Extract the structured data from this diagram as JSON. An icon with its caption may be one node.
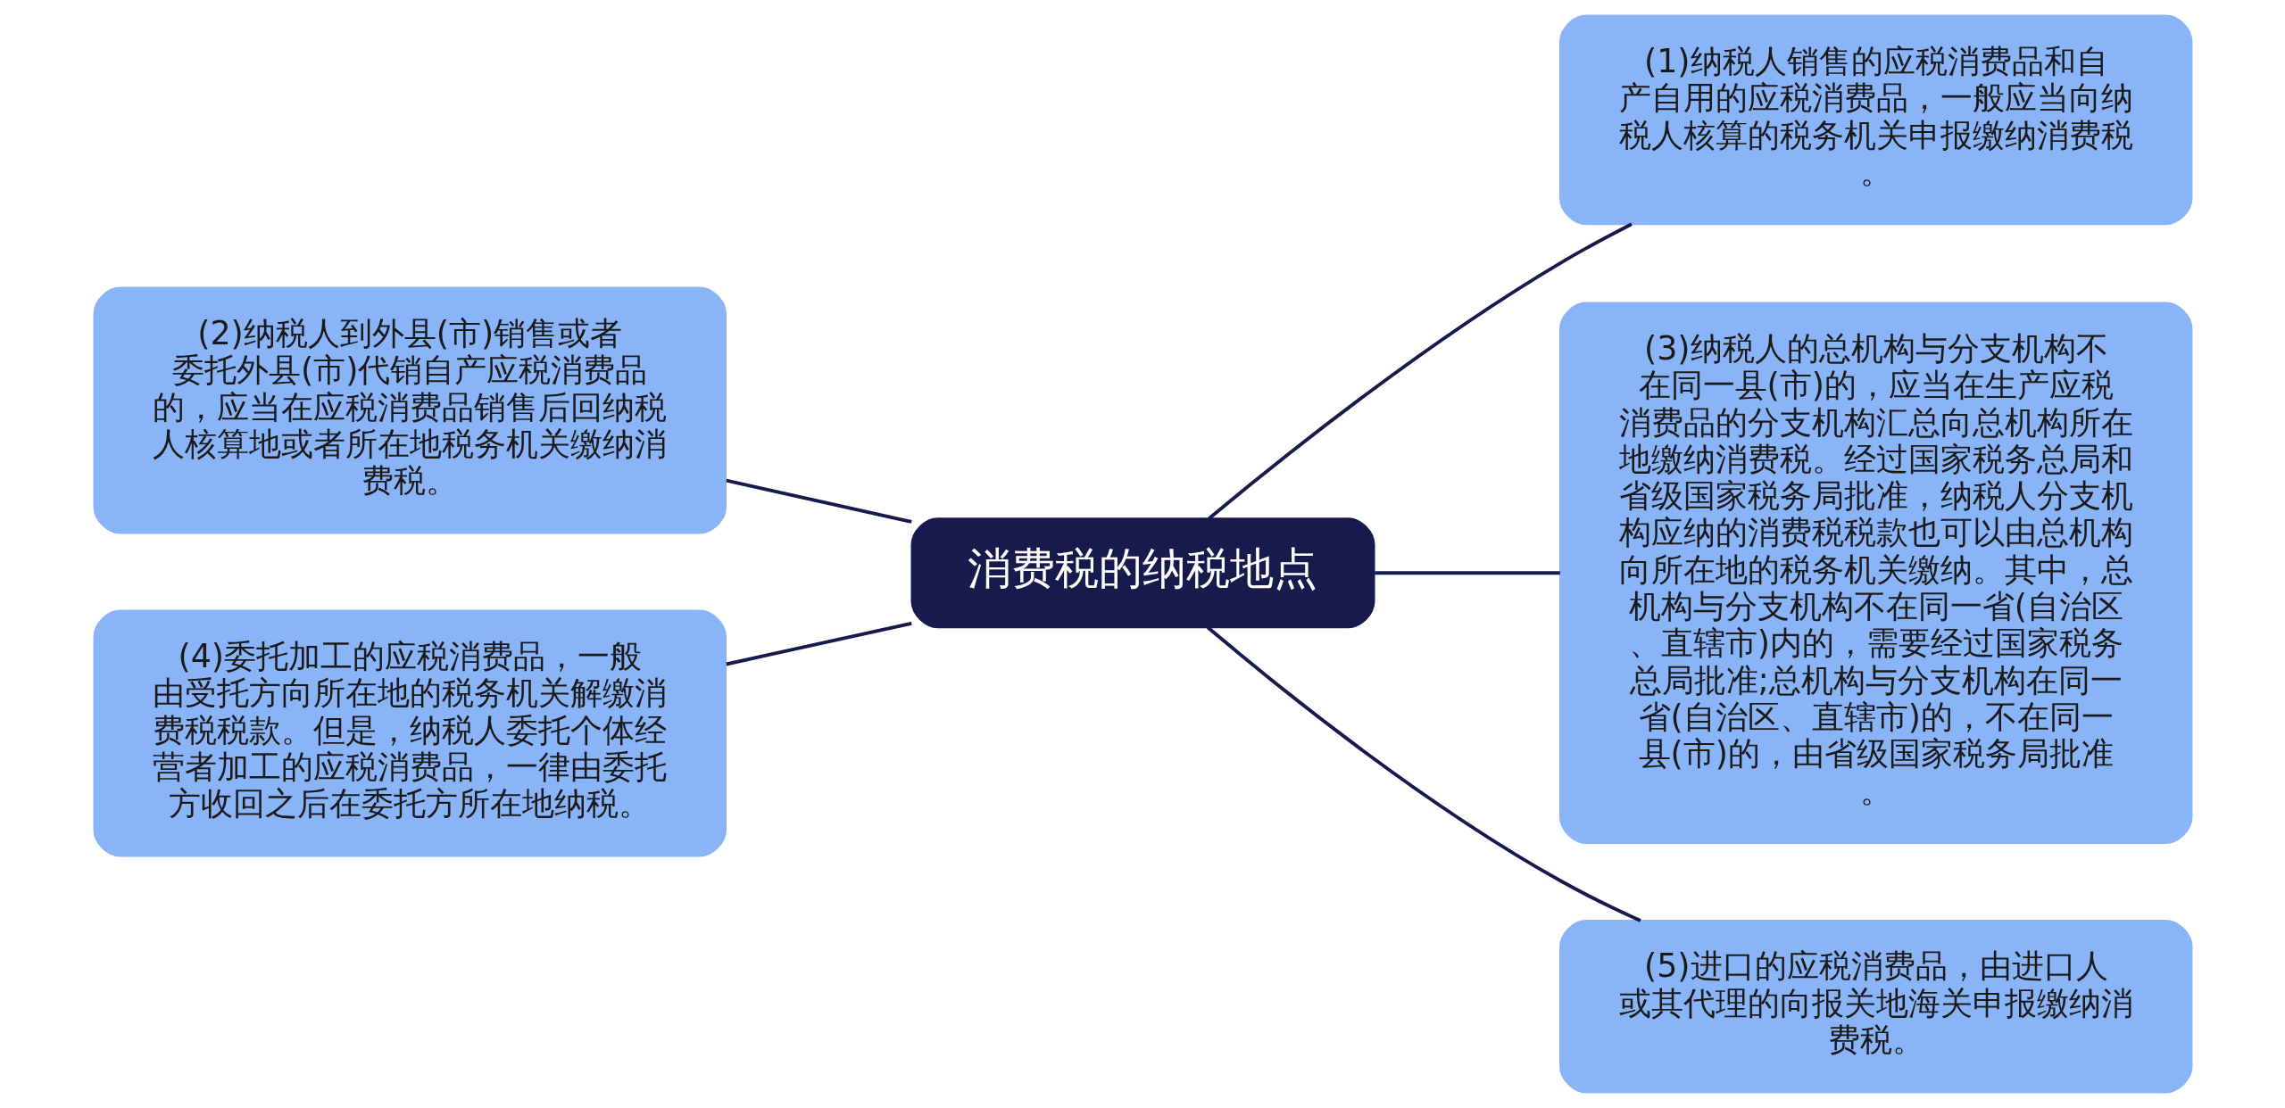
{
  "diagram": {
    "nodes": [
      {
        "text": [
          "消费税的纳税地点"
        ]
      },
      {
        "text": [
          "(1)纳税人销售的应税消费品和自产自用的应税消费品，一般应当向纳税人核算的税务机关申报缴纳消费税。"
        ]
      },
      {
        "text": [
          "(2)纳税人到外县(市)销售或者委托外县(市)代销自产应税消费品的，应当在应税消费品销售后回纳税人核算地或者所在地税务机关缴纳消费税。"
        ]
      },
      {
        "text": [
          "(3)纳税人的总机构与分支机构不在同一县(市)的，应当在生产应税消费品的分支机构汇总向总机构所在地缴纳消费税。经过国家税务总局和省级国家税务局批准，纳税人分支机构应纳的消费税税款也可以由总机构向所在地的税务机关缴纳。其中，总机构与分支机构不在同一省(自治区、直辖市)内的，需要经过国家税务总局批准;总机构与分支机构在同一省(自治区、直辖市)的，不在同一县(市)的，由省级国家税务局批准。"
        ]
      },
      {
        "text": [
          "(4)委托加工的应税消费品，一般由受托方向所在地的税务机关解缴消费税税款。但是，纳税人委托个体经营者加工的应税消费品，一律由委托方收回之后在委托方所在地纳税。"
        ]
      },
      {
        "text": [
          "(5)进口的应税消费品，由进口人或其代理的向报关地海关申报缴纳消费税。"
        ]
      }
    ],
    "edges": [
      {
        "from": 0,
        "to": 1,
        "arrow": "none"
      },
      {
        "from": 0,
        "to": 2,
        "arrow": "none"
      },
      {
        "from": 0,
        "to": 3,
        "arrow": "none"
      },
      {
        "from": 0,
        "to": 4,
        "arrow": "none"
      },
      {
        "from": 0,
        "to": 5,
        "arrow": "none"
      }
    ]
  }
}
